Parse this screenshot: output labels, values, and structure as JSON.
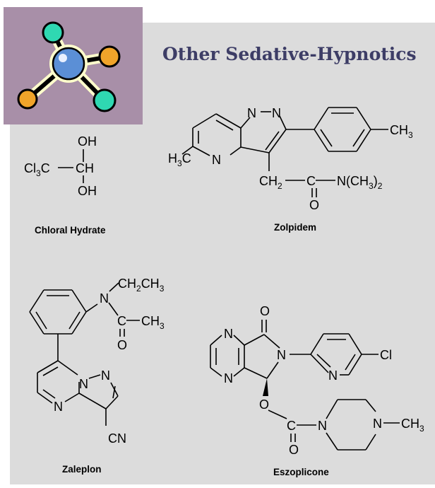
{
  "title": "Other Sedative-Hypnotics",
  "compounds": {
    "chloral_hydrate": "Chloral Hydrate",
    "zolpidem": "Zolpidem",
    "zaleplon": "Zaleplon",
    "eszopiclone": "Eszoplicone"
  },
  "logo": {
    "icon": "molecule-model-icon",
    "colors": {
      "background": "#a88fa8",
      "center": "#5b8fd6",
      "teal": "#2fd8b2",
      "orange": "#f0a42a"
    }
  }
}
